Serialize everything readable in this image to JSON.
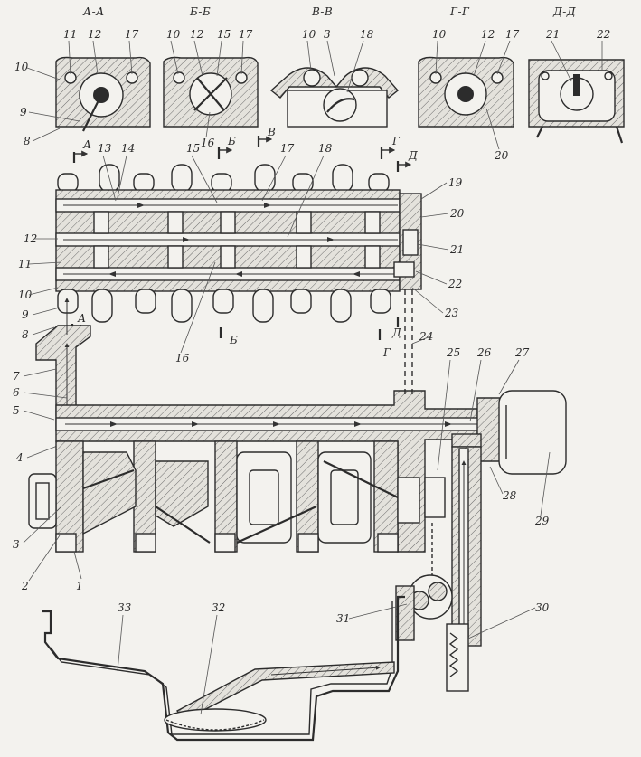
{
  "section_titles": {
    "aa": "А-А",
    "bb": "Б-Б",
    "vv": "В-В",
    "gg": "Г-Г",
    "dd": "Д-Д"
  },
  "section_callouts": {
    "a_top": "А",
    "a_bottom": "А",
    "b_top": "Б",
    "b_bottom": "Б",
    "v_top": "В",
    "v_mid": "В",
    "g_top": "Г",
    "g_bottom": "Г",
    "d_top": "Д",
    "d_bottom": "Д"
  },
  "section_part_labels": {
    "aa": [
      "11",
      "12",
      "17"
    ],
    "bb": [
      "10",
      "12",
      "15",
      "17"
    ],
    "vv": [
      "10",
      "3",
      "18"
    ],
    "gg": [
      "10",
      "12",
      "17"
    ],
    "dd": [
      "21",
      "22"
    ],
    "below_bb": "16",
    "below_gg": "20"
  },
  "left_labels": {
    "p10_top": "10",
    "p9_top": "9",
    "p8_top": "8",
    "p12": "12",
    "p11": "11",
    "p10": "10",
    "p9": "9",
    "p8": "8",
    "p7": "7",
    "p6": "6",
    "p5": "5",
    "p4": "4",
    "p3": "3",
    "p2": "2",
    "p1": "1"
  },
  "top_labels": {
    "p13": "13",
    "p14": "14",
    "p15": "15",
    "p17": "17",
    "p18": "18"
  },
  "right_labels": {
    "p19": "19",
    "p20": "20",
    "p21": "21",
    "p22": "22",
    "p23": "23",
    "p24": "24",
    "p25": "25",
    "p26": "26",
    "p27": "27",
    "p28": "28",
    "p29": "29",
    "p30": "30",
    "p31": "31",
    "p32": "32",
    "p33": "33",
    "p16": "16"
  }
}
